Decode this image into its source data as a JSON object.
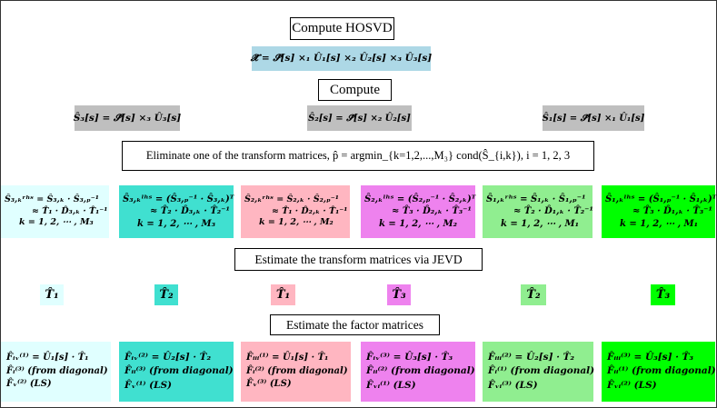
{
  "title": "Compute HOSVD",
  "hosvd_eq": "𝓧̂ = 𝓢̂[s] ×₁ Û₁[s] ×₂ Û₂[s] ×₃ Û₃[s]",
  "compute_label": "Compute",
  "core_eqs": [
    "Ŝ₃[s] = 𝓢̂[s] ×₃ Û₃[s]",
    "Ŝ₂[s] = 𝓢̂[s] ×₂ Û₂[s]",
    "Ŝ₁[s] = 𝓢̂[s] ×₁ Û₁[s]"
  ],
  "eliminate_label": "Eliminate one of the transform matrices, p̂ = argmin_{k=1,2,...,M₃} cond(Ŝ_{i,k}), i = 1, 2, 3",
  "eliminate_boxes": [
    {
      "l1": "Ŝ₃,ₖʳʰˢ = Ŝ₃,ₖ · Ŝ₃,ₚ⁻¹",
      "l2": "≈ T̂₁ · D̂₃,ₖ · T̂₁⁻¹",
      "l3": "k = 1, 2, ⋯ , M₃",
      "color": "#e0ffff"
    },
    {
      "l1": "Ŝ₃,ₖˡʰˢ = (Ŝ₃,ₚ⁻¹ · Ŝ₃,ₖ)ᵀ",
      "l2": "≈ T̂₂ · D̂₃,ₖ · T̂₂⁻¹",
      "l3": "k = 1, 2, ⋯ , M₃",
      "color": "#40e0d0"
    },
    {
      "l1": "Ŝ₂,ₖʳʰˢ = Ŝ₂,ₖ · Ŝ₂,ₚ⁻¹",
      "l2": "≈ T̂₁ · D̂₂,ₖ · T̂₁⁻¹",
      "l3": "k = 1, 2, ⋯ , M₂",
      "color": "#ffb6c1"
    },
    {
      "l1": "Ŝ₂,ₖˡʰˢ = (Ŝ₂,ₚ⁻¹ · Ŝ₂,ₖ)ᵀ",
      "l2": "≈ T̂₃ · D̂₂,ₖ · T̂₃⁻¹",
      "l3": "k = 1, 2, ⋯ , M₂",
      "color": "#ee82ee"
    },
    {
      "l1": "Ŝ₁,ₖʳʰˢ = Ŝ₁,ₖ · Ŝ₁,ₚ⁻¹",
      "l2": "≈ T̂₂ · D̂₁,ₖ · T̂₂⁻¹",
      "l3": "k = 1, 2, ⋯ , M₁",
      "color": "#90ee90"
    },
    {
      "l1": "Ŝ₁,ₖˡʰˢ = (Ŝ₁,ₚ⁻¹ · Ŝ₁,ₖ)ᵀ",
      "l2": "≈ T̂₃ · D̂₁,ₖ · T̂₃⁻¹",
      "l3": "k = 1, 2, ⋯ , M₁",
      "color": "#00ff00"
    }
  ],
  "jevd_label": "Estimate the transform matrices via JEVD",
  "transform_boxes": [
    "T̂₁",
    "T̂₂",
    "T̂₁",
    "T̂₃",
    "T̂₂",
    "T̂₃"
  ],
  "factor_label": "Estimate the factor matrices",
  "factor_boxes": [
    {
      "l1": "F̂ᵢᵥ⁽¹⁾ = Û₁[s] · T̂₁",
      "l2": "F̂ᵢ⁽³⁾ (from diagonal)",
      "l3": "F̂ᵥ⁽²⁾ (LS)"
    },
    {
      "l1": "F̂ᵢᵥ⁽²⁾ = Û₂[s] · T̂₂",
      "l2": "F̂ᵢᵢ⁽³⁾ (from diagonal)",
      "l3": "F̂ᵥ⁽¹⁾ (LS)"
    },
    {
      "l1": "F̂ᵢᵢᵢ⁽¹⁾ = Û₁[s] · T̂₁",
      "l2": "F̂ᵢ⁽²⁾ (from diagonal)",
      "l3": "F̂ᵥ⁽³⁾ (LS)"
    },
    {
      "l1": "F̂ᵢᵥ⁽³⁾ = Û₃[s] · T̂₃",
      "l2": "F̂ᵢᵢ⁽²⁾ (from diagonal)",
      "l3": "F̂ᵥᵢ⁽¹⁾ (LS)"
    },
    {
      "l1": "F̂ᵢᵢᵢ⁽²⁾ = Û₂[s] · T̂₂",
      "l2": "F̂ᵢ⁽¹⁾ (from diagonal)",
      "l3": "F̂ᵥᵢ⁽³⁾ (LS)"
    },
    {
      "l1": "F̂ᵢᵢᵢ⁽³⁾ = Û₃[s] · T̂₃",
      "l2": "F̂ᵢᵢ⁽¹⁾ (from diagonal)",
      "l3": "F̂ᵥᵢ⁽²⁾ (LS)"
    }
  ],
  "colors": {
    "cyan": "#e0ffff",
    "turquoise": "#40e0d0",
    "pink": "#ffb6c1",
    "violet": "#ee82ee",
    "lightgreen": "#90ee90",
    "green": "#00ff00",
    "skyblue": "#add8e6",
    "gray": "#bfbfbf"
  }
}
